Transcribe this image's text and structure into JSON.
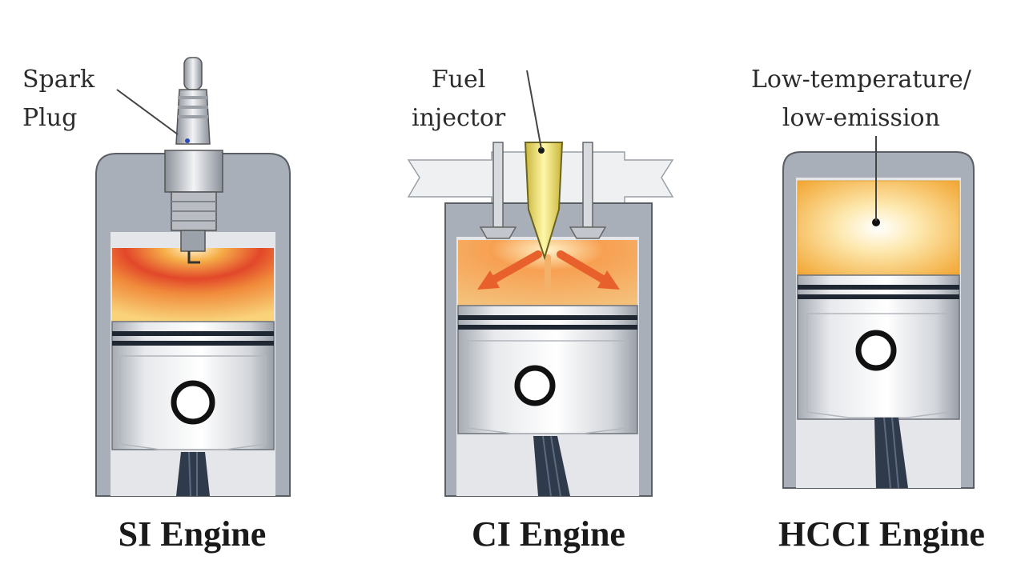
{
  "engines": [
    {
      "caption": "SI Engine",
      "callout_lines": [
        "Spark",
        "Plug"
      ],
      "icon": "spark-plug-icon"
    },
    {
      "caption": "CI Engine",
      "callout_lines": [
        "Fuel",
        "injector"
      ],
      "icon": "fuel-injector-icon"
    },
    {
      "caption": "HCCI Engine",
      "callout_lines": [
        "Low-temperature/",
        "low-emission"
      ],
      "icon": "combustion-zone-icon"
    }
  ],
  "colors": {
    "cylinder_wall": "#a9afb8",
    "cylinder_outline": "#5a5f66",
    "piston": "#c9ccd1",
    "connecting_rod": "#2f3a4a",
    "si_flame": "#e2472a",
    "ci_spray": "#e8612c",
    "hcci_glow": "#f2a531",
    "injector": "#f5e56b"
  }
}
